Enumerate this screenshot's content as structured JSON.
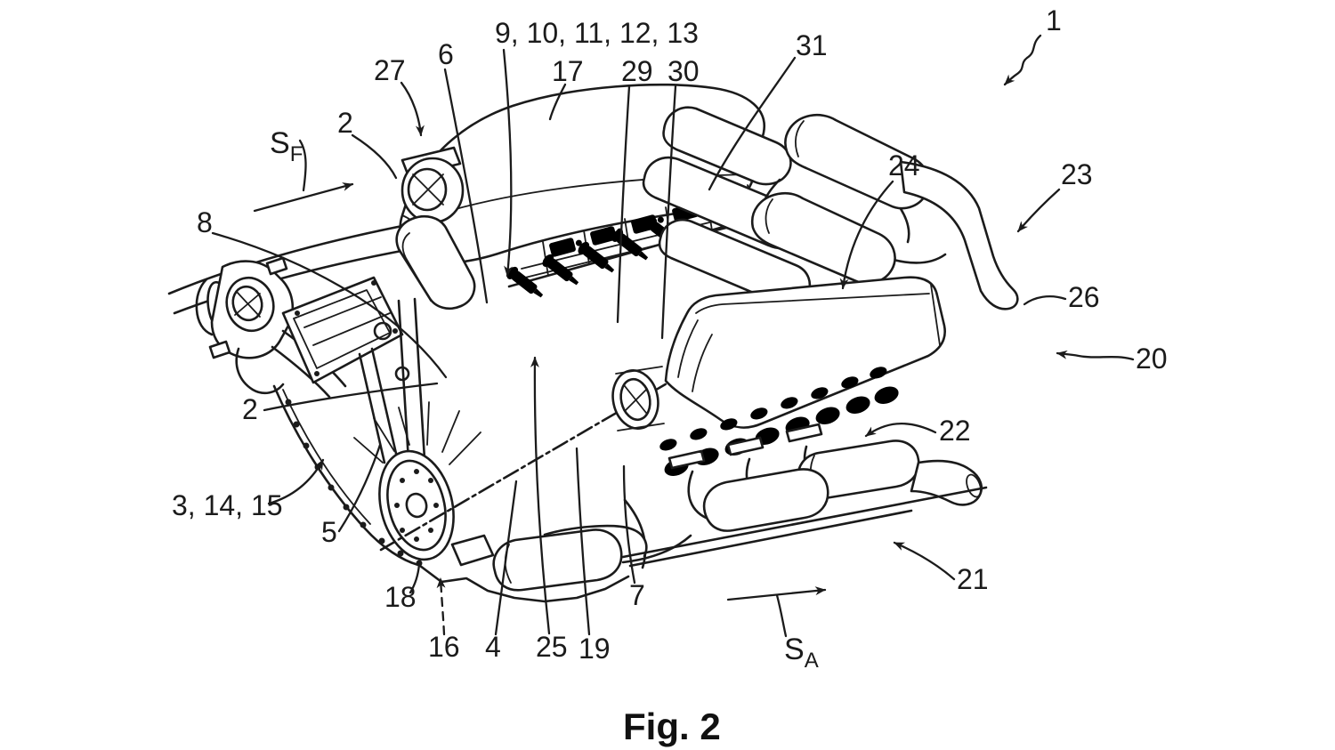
{
  "figure": {
    "caption": "Fig. 2"
  },
  "colors": {
    "ink": "#1b1b1b",
    "background": "#ffffff"
  },
  "flow_arrows": {
    "fresh_air": {
      "symbol": "S",
      "subscript": "F"
    },
    "exhaust": {
      "symbol": "S",
      "subscript": "A"
    }
  },
  "reference_labels": {
    "n1": {
      "text": "1"
    },
    "n2_upper": {
      "text": "2"
    },
    "n2_lower": {
      "text": "2"
    },
    "n3_14_15": {
      "text": "3, 14, 15"
    },
    "n4": {
      "text": "4"
    },
    "n5": {
      "text": "5"
    },
    "n6": {
      "text": "6"
    },
    "n7": {
      "text": "7"
    },
    "n8": {
      "text": "8"
    },
    "n9_13": {
      "text": "9, 10, 11, 12, 13"
    },
    "n16": {
      "text": "16"
    },
    "n17": {
      "text": "17"
    },
    "n18": {
      "text": "18"
    },
    "n19": {
      "text": "19"
    },
    "n20": {
      "text": "20"
    },
    "n21": {
      "text": "21"
    },
    "n22": {
      "text": "22"
    },
    "n23": {
      "text": "23"
    },
    "n24": {
      "text": "24"
    },
    "n25": {
      "text": "25"
    },
    "n26": {
      "text": "26"
    },
    "n27": {
      "text": "27"
    },
    "n29": {
      "text": "29"
    },
    "n30": {
      "text": "30"
    },
    "n31": {
      "text": "31"
    }
  }
}
